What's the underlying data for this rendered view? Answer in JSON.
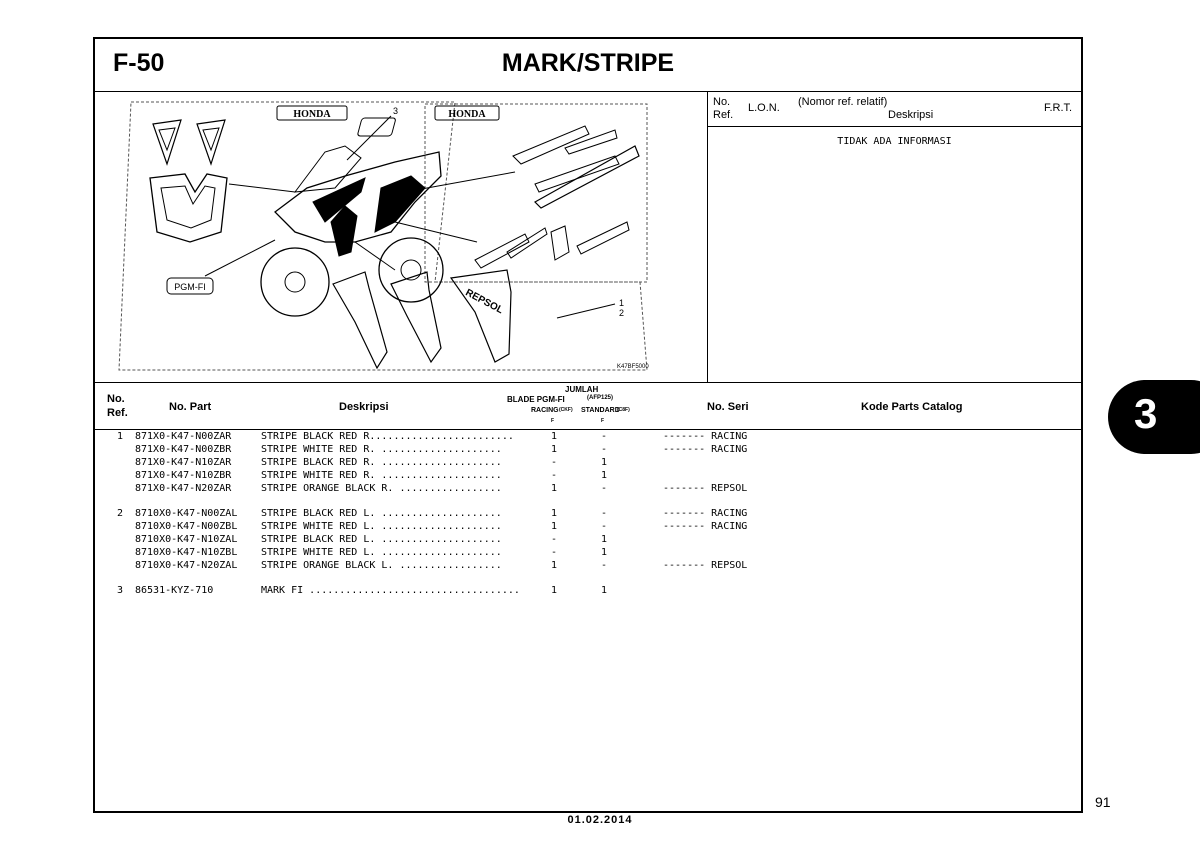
{
  "header": {
    "code": "F-50",
    "title": "MARK/STRIPE"
  },
  "diagram": {
    "callouts": [
      "3",
      "1",
      "2"
    ],
    "figure_code": "K47BF5000",
    "brand_text": "HONDA",
    "decal_text": "REPSOL"
  },
  "lon_panel": {
    "no_label": "No.",
    "ref_label": "Ref.",
    "lon_label": "L.O.N.",
    "nomor_label": "(Nomor ref. relatif)",
    "deskripsi_label": "Deskripsi",
    "frt_label": "F.R.T.",
    "info": "TIDAK ADA INFORMASI"
  },
  "table": {
    "headers": {
      "no": "No.",
      "ref": "Ref.",
      "part": "No. Part",
      "desc": "Deskripsi",
      "jumlah": "JUMLAH",
      "model": "BLADE PGM-FI",
      "model_code": "(AFP125)",
      "racing": "RACING",
      "racing_code": "(CKF)",
      "standard": "STANDARD",
      "standard_code": "(C8F)",
      "sub": "F",
      "seri": "No. Seri",
      "catalog": "Kode Parts Catalog"
    },
    "rows": [
      {
        "ref": "1",
        "part": "871X0-K47-N00ZAR",
        "desc": "STRIPE BLACK RED R.",
        "dots": ".......................",
        "racing": "1",
        "standard": "-",
        "seri": "------- RACING"
      },
      {
        "ref": "",
        "part": "871X0-K47-N00ZBR",
        "desc": "STRIPE WHITE RED R.",
        "dots": " ....................",
        "racing": "1",
        "standard": "-",
        "seri": "------- RACING"
      },
      {
        "ref": "",
        "part": "871X0-K47-N10ZAR",
        "desc": "STRIPE BLACK RED R.",
        "dots": " ....................",
        "racing": "-",
        "standard": "1",
        "seri": ""
      },
      {
        "ref": "",
        "part": "871X0-K47-N10ZBR",
        "desc": "STRIPE WHITE RED R.",
        "dots": " ....................",
        "racing": "-",
        "standard": "1",
        "seri": ""
      },
      {
        "ref": "",
        "part": "871X0-K47-N20ZAR",
        "desc": "STRIPE ORANGE BLACK R.",
        "dots": " .................",
        "racing": "1",
        "standard": "-",
        "seri": "------- REPSOL"
      },
      {
        "ref": "2",
        "part": "8710X0-K47-N00ZAL",
        "desc": "STRIPE BLACK RED L.",
        "dots": " ....................",
        "racing": "1",
        "standard": "-",
        "seri": "------- RACING"
      },
      {
        "ref": "",
        "part": "8710X0-K47-N00ZBL",
        "desc": "STRIPE WHITE RED L.",
        "dots": " ....................",
        "racing": "1",
        "standard": "-",
        "seri": "------- RACING"
      },
      {
        "ref": "",
        "part": "8710X0-K47-N10ZAL",
        "desc": "STRIPE BLACK RED L.",
        "dots": " ....................",
        "racing": "-",
        "standard": "1",
        "seri": ""
      },
      {
        "ref": "",
        "part": "8710X0-K47-N10ZBL",
        "desc": "STRIPE WHITE RED L.",
        "dots": " ....................",
        "racing": "-",
        "standard": "1",
        "seri": ""
      },
      {
        "ref": "",
        "part": "8710X0-K47-N20ZAL",
        "desc": "STRIPE ORANGE BLACK L.",
        "dots": " .................",
        "racing": "1",
        "standard": "-",
        "seri": "------- REPSOL"
      },
      {
        "ref": "3",
        "part": "86531-KYZ-710",
        "desc": "MARK FI",
        "dots": " ...................................",
        "racing": "1",
        "standard": "1",
        "seri": ""
      }
    ]
  },
  "side_tab": "3",
  "page_number": "91",
  "date": "01.02.2014"
}
